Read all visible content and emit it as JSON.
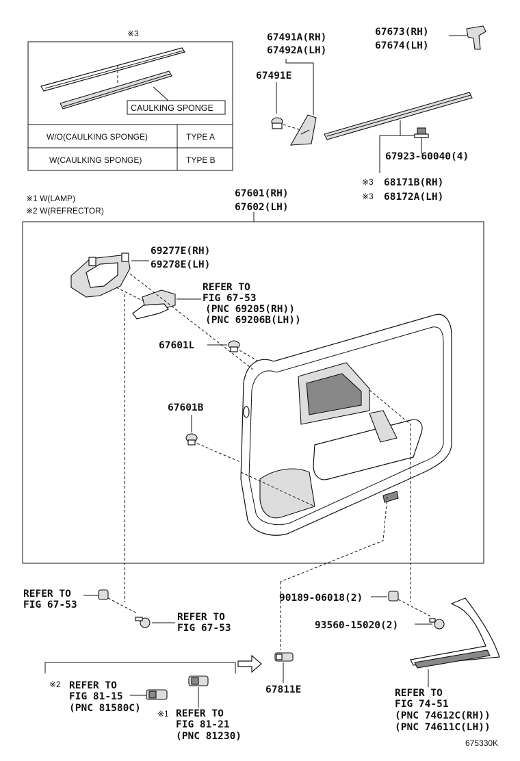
{
  "legend": {
    "marker": "※3",
    "caulking_sponge": "CAULKING SPONGE",
    "rows": [
      {
        "condition": "W/O(CAULKING SPONGE)",
        "type": "TYPE A"
      },
      {
        "condition": "W(CAULKING SPONGE)",
        "type": "TYPE B"
      }
    ]
  },
  "notes": {
    "n1": "※1 W(LAMP)",
    "n2": "※2 W(REFRECTOR)"
  },
  "labels": {
    "p67491a": "67491A(RH)",
    "p67492a": "67492A(LH)",
    "p67491e": "67491E",
    "p67673": "67673(RH)",
    "p67674": "67674(LH)",
    "p67923": "67923-60040(4)",
    "p68171b_mark": "※3",
    "p68171b": "68171B(RH)",
    "p68172a_mark": "※3",
    "p68172a": "68172A(LH)",
    "p67601": "67601(RH)",
    "p67602": "67602(LH)",
    "p69277e": "69277E(RH)",
    "p69278e": "69278E(LH)",
    "refer_6753a_1": "REFER TO",
    "refer_6753a_2": "FIG 67-53",
    "refer_6753a_3": "(PNC 69205(RH))",
    "refer_6753a_4": "(PNC 69206B(LH))",
    "p67601l": "67601L",
    "p67601b": "67601B",
    "refer_6753b_1": "REFER TO",
    "refer_6753b_2": "FIG 67-53",
    "refer_6753c_1": "REFER TO",
    "refer_6753c_2": "FIG 67-53",
    "p90189": "90189-06018(2)",
    "p93560": "93560-15020(2)",
    "p67811e": "67811E",
    "refer_8115_mark": "※2",
    "refer_8115_1": "REFER TO",
    "refer_8115_2": "FIG 81-15",
    "refer_8115_3": "(PNC 81580C)",
    "refer_8121_mark": "※1",
    "refer_8121_1": "REFER TO",
    "refer_8121_2": "FIG 81-21",
    "refer_8121_3": "(PNC 81230)",
    "refer_7451_1": "REFER TO",
    "refer_7451_2": "FIG 74-51",
    "refer_7451_3": "(PNC 74612C(RH))",
    "refer_7451_4": "(PNC 74611C(LH))",
    "figure_code": "675330K"
  },
  "icons": {
    "clip": "clip-icon",
    "arrow": "right-arrow-icon"
  }
}
